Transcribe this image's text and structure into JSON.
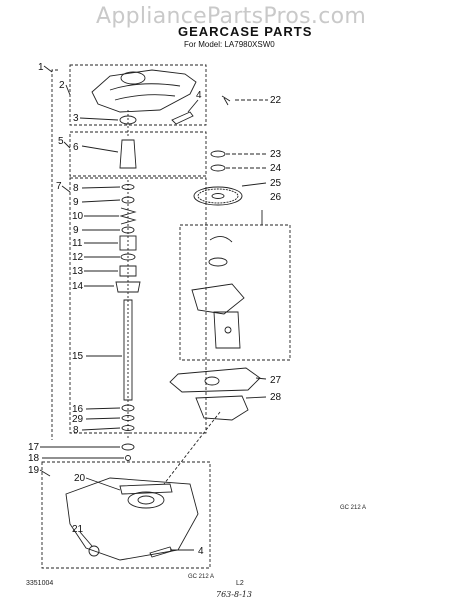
{
  "header": {
    "watermark": "AppliancePartsPros.com",
    "title": "GEARCASE PARTS",
    "model_line": "For Model: LA7980XSW0"
  },
  "callouts": [
    {
      "id": "1",
      "label": "1"
    },
    {
      "id": "2",
      "label": "2"
    },
    {
      "id": "3",
      "label": "3"
    },
    {
      "id": "4a",
      "label": "4"
    },
    {
      "id": "22",
      "label": "22"
    },
    {
      "id": "5",
      "label": "5"
    },
    {
      "id": "6",
      "label": "6"
    },
    {
      "id": "7",
      "label": "7"
    },
    {
      "id": "8a",
      "label": "8"
    },
    {
      "id": "9a",
      "label": "9"
    },
    {
      "id": "10",
      "label": "10"
    },
    {
      "id": "9b",
      "label": "9"
    },
    {
      "id": "11",
      "label": "11"
    },
    {
      "id": "12",
      "label": "12"
    },
    {
      "id": "13",
      "label": "13"
    },
    {
      "id": "14",
      "label": "14"
    },
    {
      "id": "15",
      "label": "15"
    },
    {
      "id": "16",
      "label": "16"
    },
    {
      "id": "29",
      "label": "29"
    },
    {
      "id": "8b",
      "label": "8"
    },
    {
      "id": "17",
      "label": "17"
    },
    {
      "id": "18",
      "label": "18"
    },
    {
      "id": "19",
      "label": "19"
    },
    {
      "id": "20",
      "label": "20"
    },
    {
      "id": "21",
      "label": "21"
    },
    {
      "id": "4b",
      "label": "4"
    },
    {
      "id": "23",
      "label": "23"
    },
    {
      "id": "24",
      "label": "24"
    },
    {
      "id": "25",
      "label": "25"
    },
    {
      "id": "26",
      "label": "26"
    },
    {
      "id": "27",
      "label": "27"
    },
    {
      "id": "28",
      "label": "28"
    }
  ],
  "footer": {
    "part_no": "3351004",
    "page": "L2",
    "code_side": "GC 212 A",
    "code_bottom": "GC 212 A",
    "handwritten_note": "763-8-13"
  }
}
